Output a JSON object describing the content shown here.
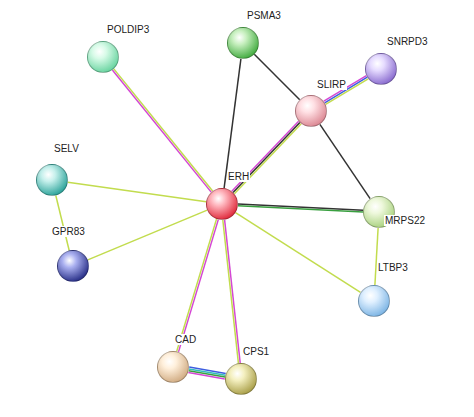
{
  "diagram": {
    "nodes": [
      {
        "text": [
          "POLDIP3"
        ]
      },
      {
        "text": [
          "PSMA3"
        ]
      },
      {
        "text": [
          "SNRPD3"
        ]
      },
      {
        "text": [
          "SLIRP"
        ]
      },
      {
        "text": [
          "SELV"
        ]
      },
      {
        "text": [
          "ERH"
        ]
      },
      {
        "text": [
          "MRPS22"
        ]
      },
      {
        "text": [
          "GPR83"
        ]
      },
      {
        "text": [
          "LTBP3"
        ]
      },
      {
        "text": [
          "CAD"
        ]
      },
      {
        "text": [
          "CPS1"
        ]
      }
    ],
    "edges": [
      {
        "from": 5,
        "to": 0,
        "arrow": "none"
      },
      {
        "from": 5,
        "to": 1,
        "arrow": "none"
      },
      {
        "from": 5,
        "to": 3,
        "arrow": "none"
      },
      {
        "from": 1,
        "to": 3,
        "arrow": "none"
      },
      {
        "from": 3,
        "to": 2,
        "arrow": "none"
      },
      {
        "from": 3,
        "to": 6,
        "arrow": "none"
      },
      {
        "from": 5,
        "to": 4,
        "arrow": "none"
      },
      {
        "from": 4,
        "to": 7,
        "arrow": "none"
      },
      {
        "from": 5,
        "to": 7,
        "arrow": "none"
      },
      {
        "from": 5,
        "to": 6,
        "arrow": "none"
      },
      {
        "from": 5,
        "to": 8,
        "arrow": "none"
      },
      {
        "from": 6,
        "to": 8,
        "arrow": "none"
      },
      {
        "from": 5,
        "to": 9,
        "arrow": "none"
      },
      {
        "from": 5,
        "to": 10,
        "arrow": "none"
      },
      {
        "from": 9,
        "to": 10,
        "arrow": "none"
      }
    ]
  }
}
